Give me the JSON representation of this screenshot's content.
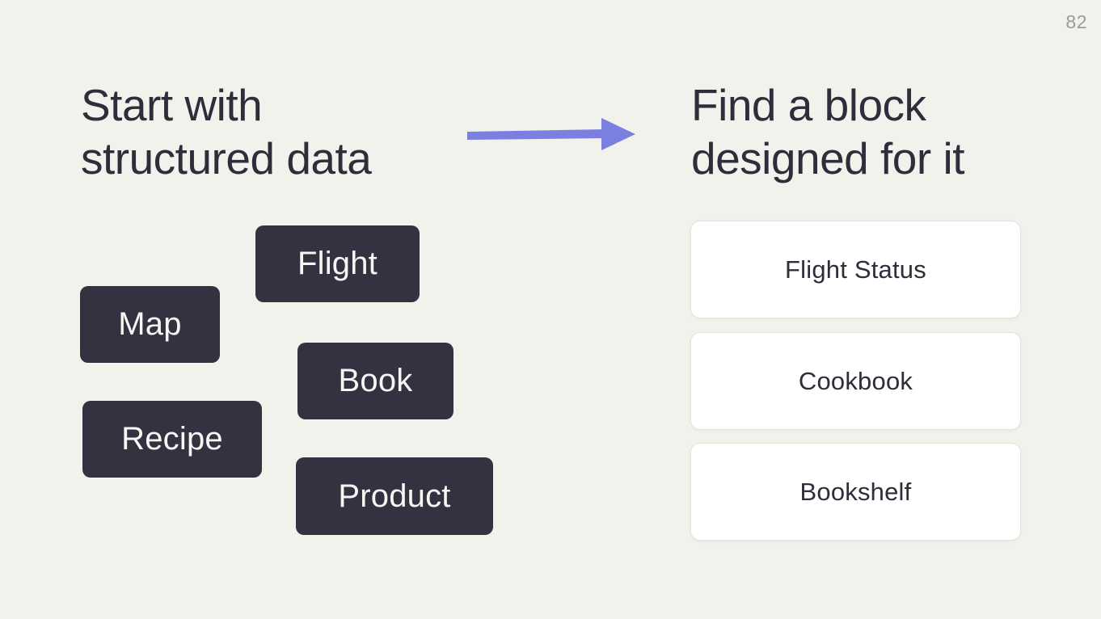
{
  "page_number": "82",
  "left": {
    "heading_line1": "Start with",
    "heading_line2": "structured data",
    "tags": [
      {
        "label": "Flight"
      },
      {
        "label": "Map"
      },
      {
        "label": "Book"
      },
      {
        "label": "Recipe"
      },
      {
        "label": "Product"
      }
    ]
  },
  "right": {
    "heading_line1": "Find a block",
    "heading_line2": "designed for it",
    "cards": [
      {
        "label": "Flight Status"
      },
      {
        "label": "Cookbook"
      },
      {
        "label": "Bookshelf"
      }
    ]
  },
  "arrow": {
    "name": "right-arrow",
    "direction": "right"
  },
  "colors": {
    "background": "#f0f2eb",
    "heading_text": "#2e2d3a",
    "tag_background": "#343140",
    "tag_text": "#f6f6f3",
    "card_background": "#ffffff",
    "card_border": "#e3e4de",
    "card_text": "#2e2d3a",
    "arrow": "#7b80e0",
    "page_number": "#9c9c98"
  }
}
